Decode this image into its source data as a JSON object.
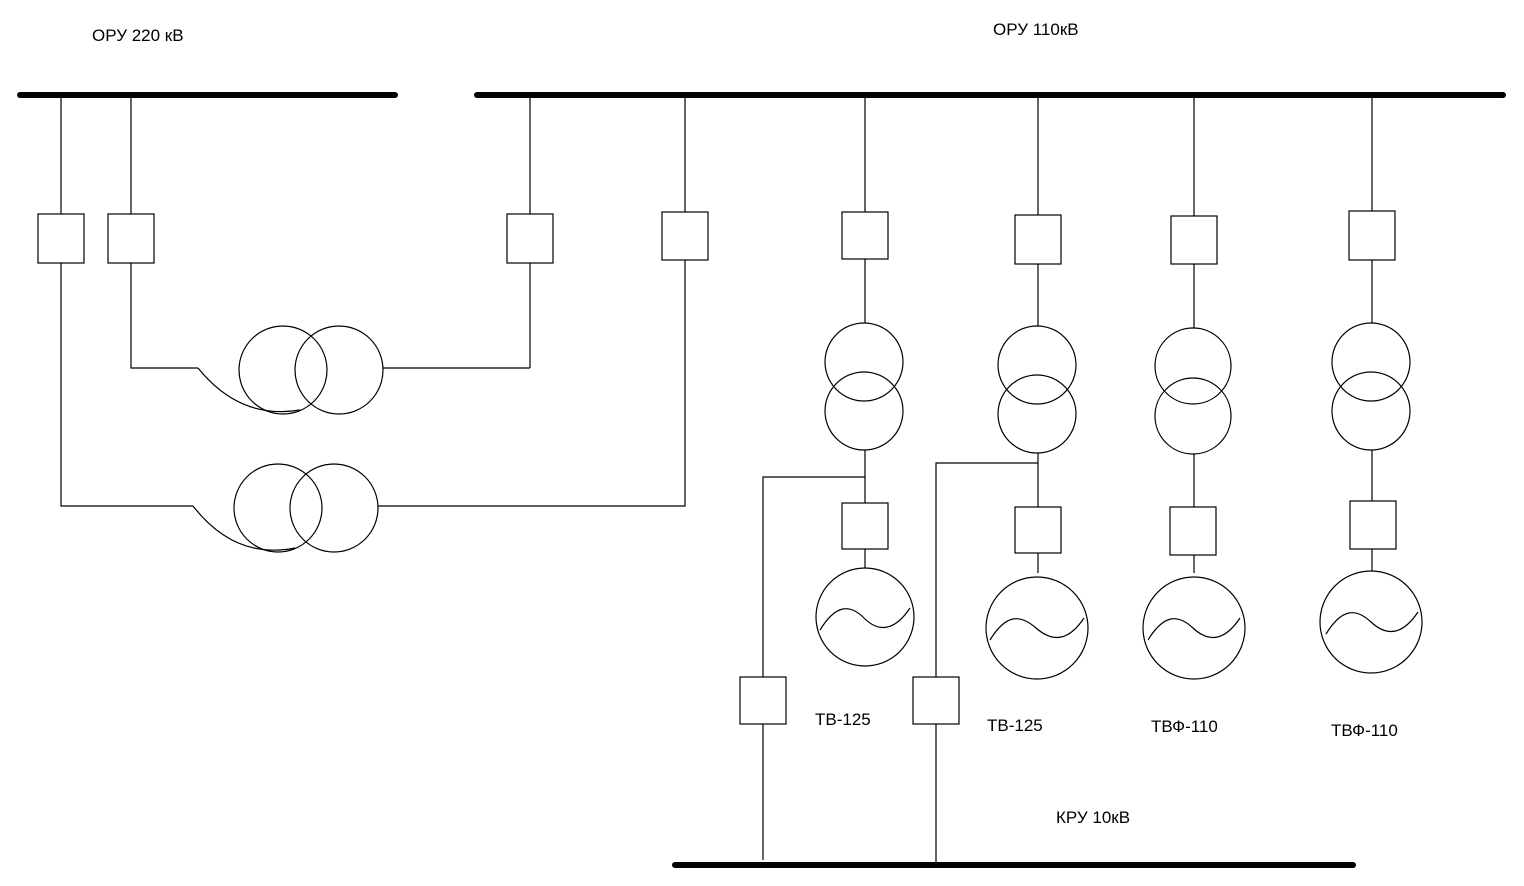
{
  "buses": {
    "oru220": "ОРУ 220 кВ",
    "oru110": "ОРУ 110кВ",
    "kru10": "КРУ 10кВ"
  },
  "generators": [
    {
      "label": "ТВ-125"
    },
    {
      "label": "ТВ-125"
    },
    {
      "label": "ТВФ-110"
    },
    {
      "label": "ТВФ-110"
    }
  ],
  "colors": {
    "line": "#000000",
    "background": "#ffffff"
  }
}
